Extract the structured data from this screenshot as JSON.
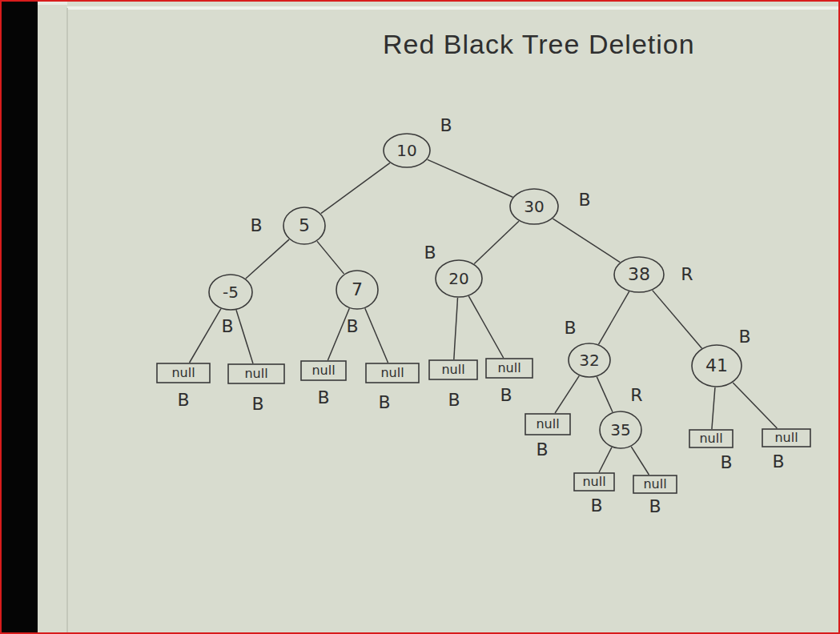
{
  "diagram": {
    "title": "Red Black Tree Deletion",
    "nodes": [
      {
        "text": [
          "10",
          "B"
        ]
      },
      {
        "text": [
          "5",
          "B"
        ]
      },
      {
        "text": [
          "30",
          "B"
        ]
      },
      {
        "text": [
          "-5",
          "B"
        ]
      },
      {
        "text": [
          "7",
          "B"
        ]
      },
      {
        "text": [
          "20",
          "B"
        ]
      },
      {
        "text": [
          "38",
          "R"
        ]
      },
      {
        "text": [
          "null",
          "B"
        ]
      },
      {
        "text": [
          "null",
          "B"
        ]
      },
      {
        "text": [
          "null",
          "B"
        ]
      },
      {
        "text": [
          "null",
          "B"
        ]
      },
      {
        "text": [
          "null",
          "B"
        ]
      },
      {
        "text": [
          "null",
          "B"
        ]
      },
      {
        "text": [
          "32",
          "B"
        ]
      },
      {
        "text": [
          "41",
          "B"
        ]
      },
      {
        "text": [
          "null",
          "B"
        ]
      },
      {
        "text": [
          "35",
          "R"
        ]
      },
      {
        "text": [
          "null",
          "B"
        ]
      },
      {
        "text": [
          "null",
          "B"
        ]
      },
      {
        "text": [
          "null",
          "B"
        ]
      },
      {
        "text": [
          "null",
          "B"
        ]
      }
    ],
    "edges": [
      {
        "from": 0,
        "to": 1,
        "arrow": "none"
      },
      {
        "from": 0,
        "to": 2,
        "arrow": "none"
      },
      {
        "from": 1,
        "to": 3,
        "arrow": "none"
      },
      {
        "from": 1,
        "to": 4,
        "arrow": "none"
      },
      {
        "from": 2,
        "to": 5,
        "arrow": "none"
      },
      {
        "from": 2,
        "to": 6,
        "arrow": "none"
      },
      {
        "from": 3,
        "to": 7,
        "arrow": "none"
      },
      {
        "from": 3,
        "to": 8,
        "arrow": "none"
      },
      {
        "from": 4,
        "to": 9,
        "arrow": "none"
      },
      {
        "from": 4,
        "to": 10,
        "arrow": "none"
      },
      {
        "from": 5,
        "to": 11,
        "arrow": "none"
      },
      {
        "from": 5,
        "to": 12,
        "arrow": "none"
      },
      {
        "from": 6,
        "to": 13,
        "arrow": "none"
      },
      {
        "from": 6,
        "to": 14,
        "arrow": "none"
      },
      {
        "from": 13,
        "to": 15,
        "arrow": "none"
      },
      {
        "from": 13,
        "to": 16,
        "arrow": "none"
      },
      {
        "from": 14,
        "to": 17,
        "arrow": "none"
      },
      {
        "from": 14,
        "to": 18,
        "arrow": "none"
      },
      {
        "from": 16,
        "to": 19,
        "arrow": "none"
      },
      {
        "from": 16,
        "to": 20,
        "arrow": "none"
      }
    ]
  }
}
